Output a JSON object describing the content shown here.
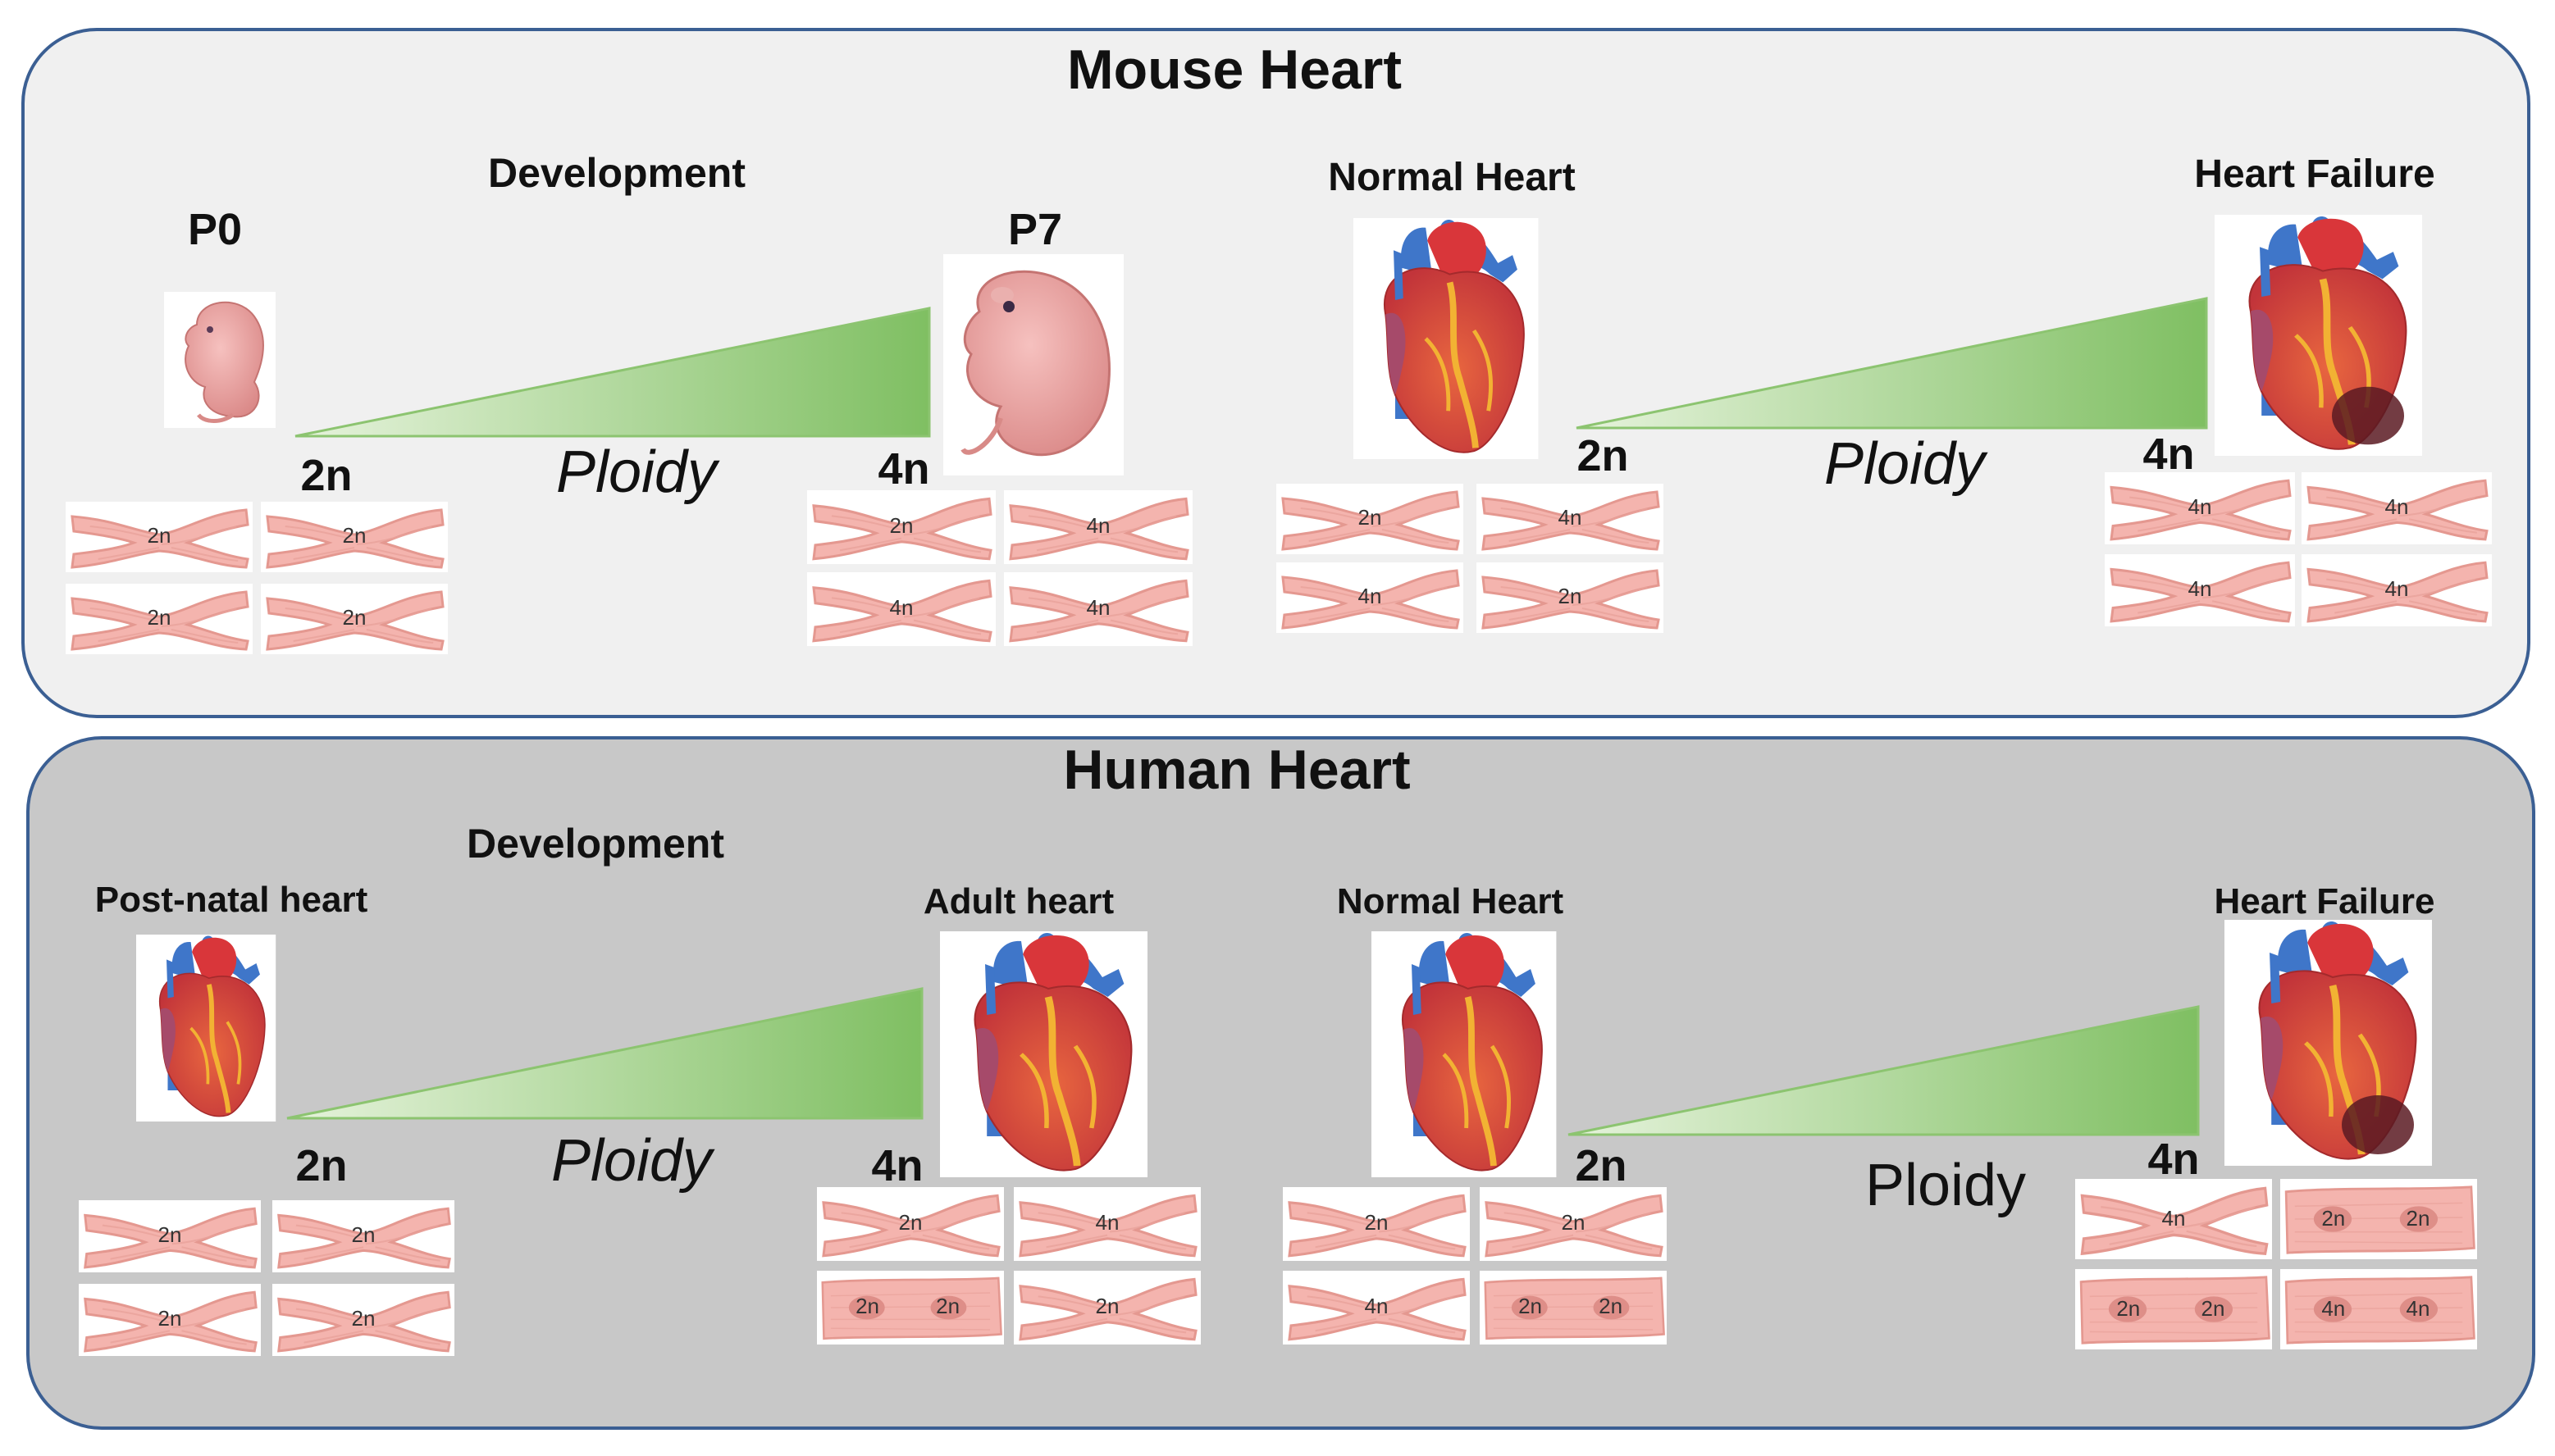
{
  "panels": {
    "mouse": {
      "title": "Mouse Heart",
      "development_label": "Development",
      "p0_label": "P0",
      "p7_label": "P7",
      "normal_label": "Normal Heart",
      "failure_label": "Heart Failure",
      "ploidy_label": "Ploidy",
      "ploidy_label_2": "Ploidy",
      "ploidy_low": "2n",
      "ploidy_high": "4n",
      "ploidy_low_2": "2n",
      "ploidy_high_2": "4n",
      "cells_p0": [
        "2n",
        "2n",
        "2n",
        "2n"
      ],
      "cells_p7": [
        "2n",
        "4n",
        "4n",
        "4n"
      ],
      "cells_normal": [
        "2n",
        "4n",
        "4n",
        "2n"
      ],
      "cells_failure": [
        "4n",
        "4n",
        "4n",
        "4n"
      ],
      "background": "#f0f0f0"
    },
    "human": {
      "title": "Human Heart",
      "development_label": "Development",
      "postnatal_label": "Post-natal heart",
      "adult_label": "Adult heart",
      "normal_label": "Normal Heart",
      "failure_label": "Heart Failure",
      "ploidy_label": "Ploidy",
      "ploidy_label_2": "Ploidy",
      "ploidy_low": "2n",
      "ploidy_high": "4n",
      "ploidy_low_2": "2n",
      "ploidy_high_2": "4n",
      "cells_postnatal": [
        "2n",
        "2n",
        "2n",
        "2n"
      ],
      "cells_adult": [
        "2n",
        "4n",
        "2n 2n",
        "2n"
      ],
      "cells_normal": [
        "2n",
        "2n",
        "4n",
        "2n 2n"
      ],
      "cells_failure": [
        "4n",
        "2n 2n",
        "2n 2n",
        "4n 4n"
      ],
      "background": "#c8c8c8"
    }
  },
  "colors": {
    "panel_border": "#3b5f93",
    "wedge_light": "#e2f1d8",
    "wedge_dark": "#7ebd62",
    "cell_fill": "#f3b6b0",
    "cell_stroke": "#e39a93",
    "nucleus": "#d98e87"
  },
  "icons": {
    "mouse_pup_small": "newborn-mouse-icon",
    "mouse_pup_large": "mouse-pup-icon",
    "heart": "anatomical-heart-icon",
    "heart_failure": "failing-heart-icon"
  }
}
